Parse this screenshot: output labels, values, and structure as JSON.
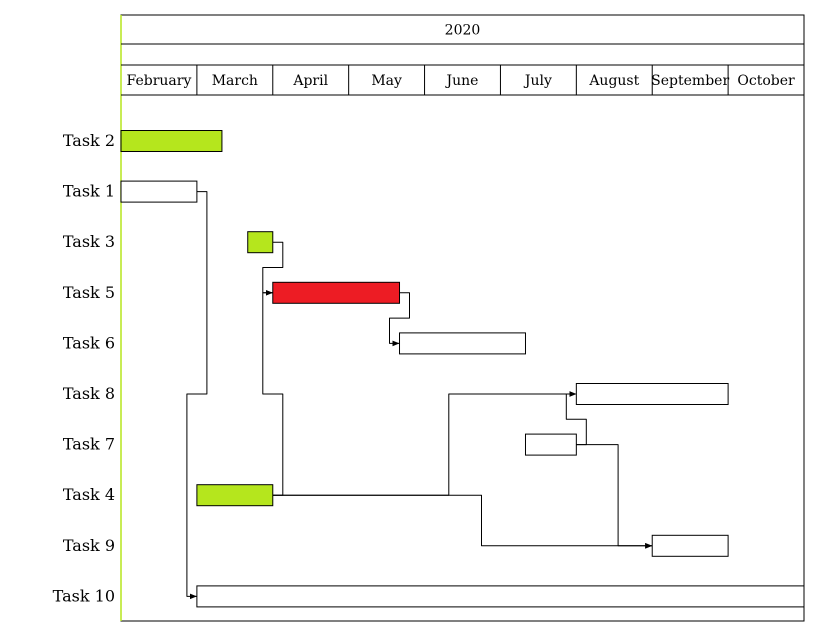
{
  "chart_data": {
    "type": "gantt",
    "year": "2020",
    "months": [
      "February",
      "March",
      "April",
      "May",
      "June",
      "July",
      "August",
      "September",
      "October"
    ],
    "month_numbers": [
      2,
      3,
      4,
      5,
      6,
      7,
      8,
      9,
      10
    ],
    "tasks": [
      {
        "id": "t2",
        "label": "Task 2",
        "start": 2,
        "end": 3.33,
        "color": "#b5e61d"
      },
      {
        "id": "t1",
        "label": "Task 1",
        "start": 2,
        "end": 3,
        "color": "#ffffff"
      },
      {
        "id": "t3",
        "label": "Task 3",
        "start": 3.67,
        "end": 4,
        "color": "#b5e61d"
      },
      {
        "id": "t5",
        "label": "Task 5",
        "start": 4,
        "end": 5.67,
        "color": "#ed1c24"
      },
      {
        "id": "t6",
        "label": "Task 6",
        "start": 5.67,
        "end": 7.33,
        "color": "#ffffff"
      },
      {
        "id": "t8",
        "label": "Task 8",
        "start": 8,
        "end": 10,
        "color": "#ffffff"
      },
      {
        "id": "t7",
        "label": "Task 7",
        "start": 7.33,
        "end": 8,
        "color": "#ffffff"
      },
      {
        "id": "t4",
        "label": "Task 4",
        "start": 3,
        "end": 4,
        "color": "#b5e61d"
      },
      {
        "id": "t9",
        "label": "Task 9",
        "start": 9,
        "end": 10,
        "color": "#ffffff"
      },
      {
        "id": "t10",
        "label": "Task 10",
        "start": 3,
        "end": 11,
        "color": "#ffffff"
      }
    ],
    "dependencies": [
      {
        "from": "t1",
        "to": "t10"
      },
      {
        "from": "t3",
        "to": "t5"
      },
      {
        "from": "t5",
        "to": "t6"
      },
      {
        "from": "t4",
        "to": "t5"
      },
      {
        "from": "t4",
        "to": "t8"
      },
      {
        "from": "t7",
        "to": "t8"
      },
      {
        "from": "t4",
        "to": "t9"
      },
      {
        "from": "t7",
        "to": "t9"
      }
    ]
  }
}
